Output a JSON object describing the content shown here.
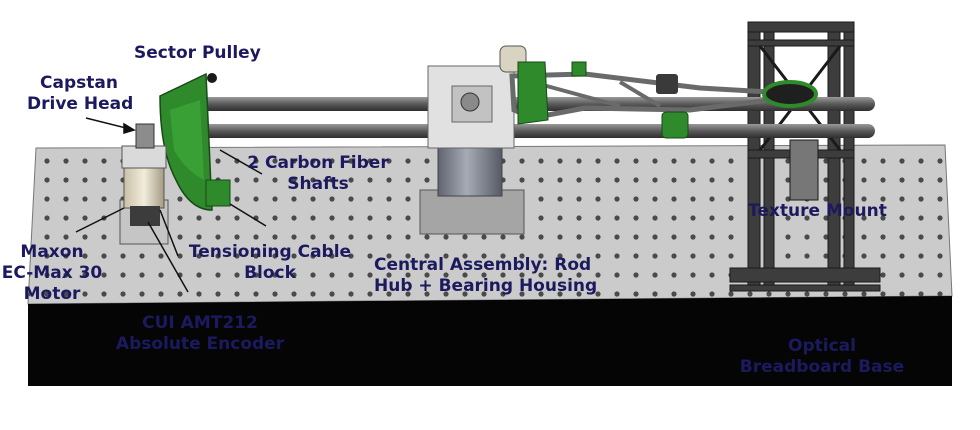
{
  "labels": {
    "sector_pulley": "Sector Pulley",
    "capstan_1": "Capstan",
    "capstan_2": "Drive Head",
    "carbon_1": "2 Carbon Fiber",
    "carbon_2": "Shafts",
    "texture_mount": "Texture Mount",
    "maxon_1": "Maxon",
    "maxon_2": "EC-Max 30",
    "maxon_3": "Motor",
    "tension_1": "Tensioning Cable",
    "tension_2": "Block",
    "central_1": "Central Assembly: Rod",
    "central_2": "Hub + Bearing Housing",
    "encoder_1": "CUI AMT212",
    "encoder_2": "Absolute Encoder",
    "optical_1": "Optical",
    "optical_2": "Breadboard Base"
  },
  "colors": {
    "label_text": "#1c1a5e",
    "part_green": "#2f8a2c",
    "breadboard_top": "#c9c9c9",
    "breadboard_base": "#050505",
    "metal": "#b3b3b3"
  }
}
